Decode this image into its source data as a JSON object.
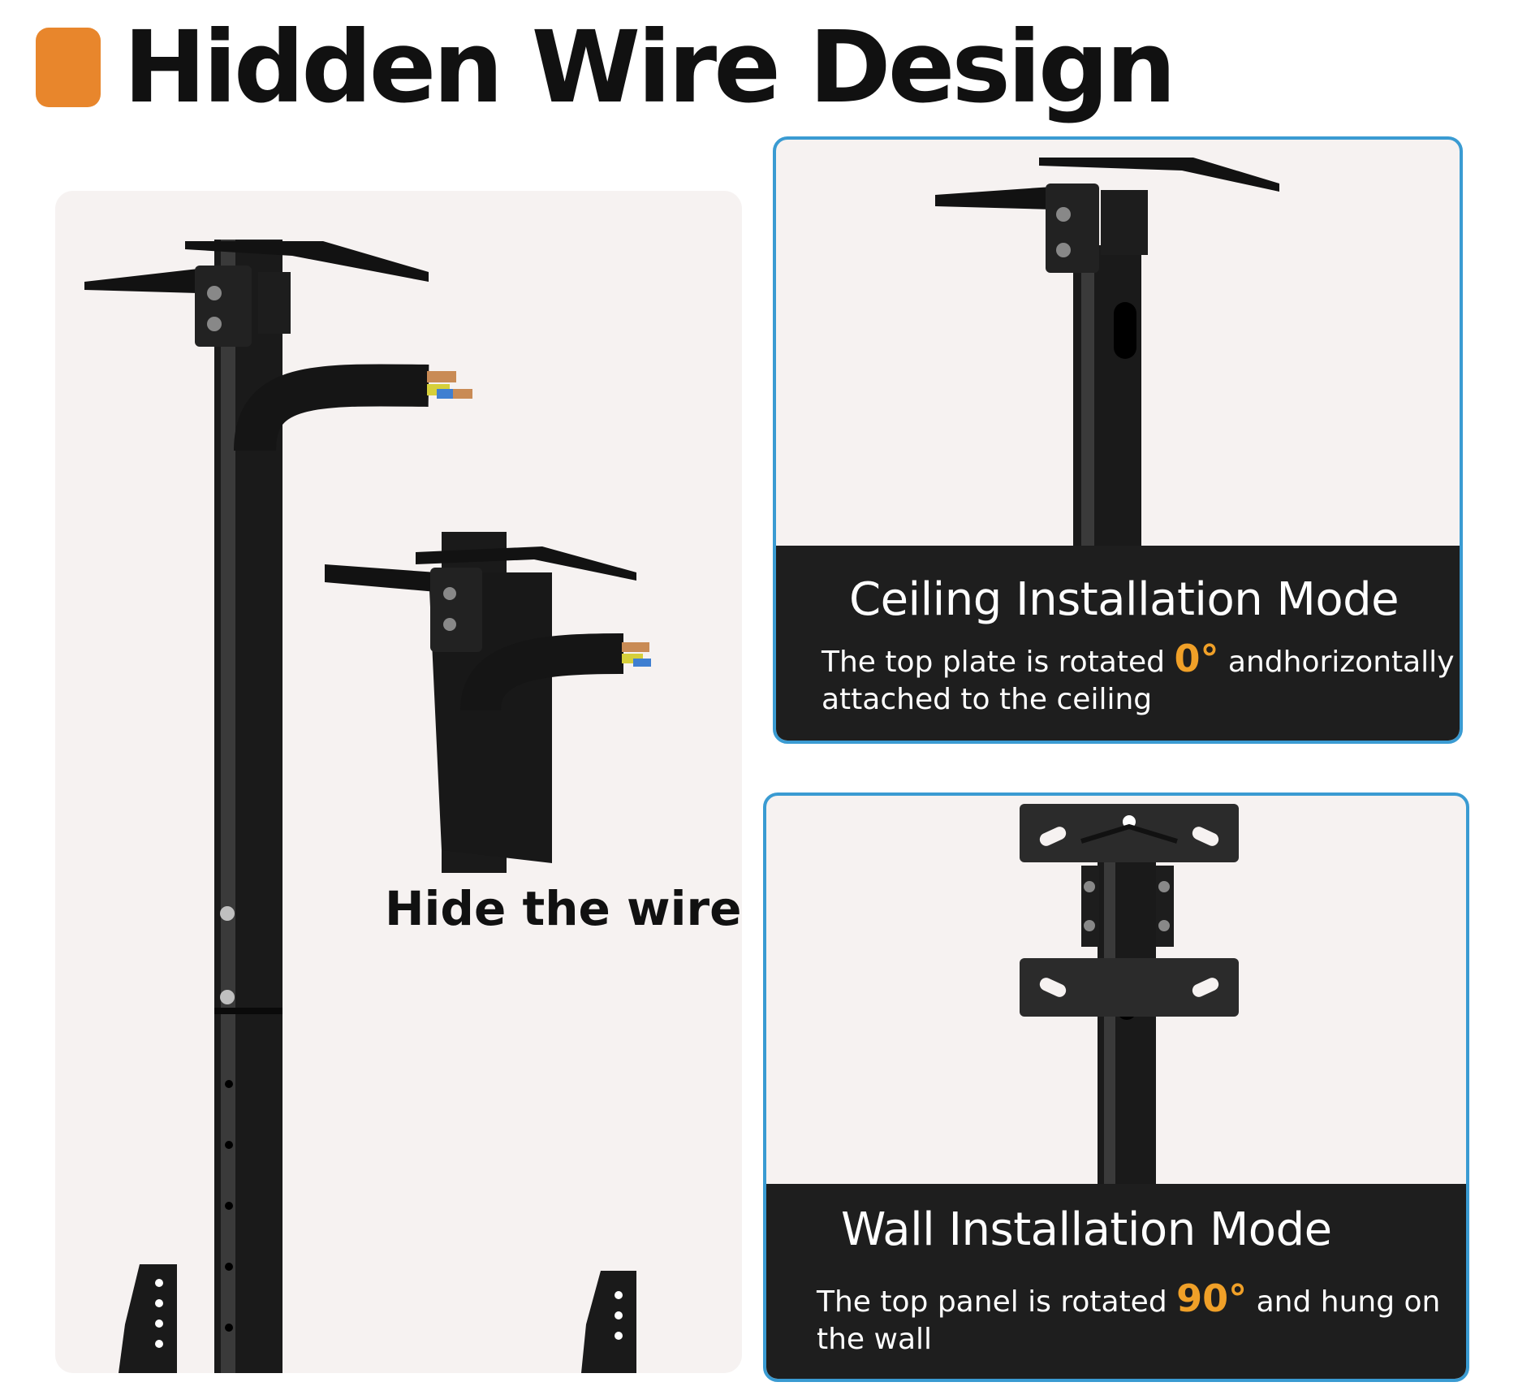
{
  "header": {
    "title": "Hidden Wire Design",
    "accent_color": "#e8862c"
  },
  "left_panel": {
    "caption": "Hide the wire"
  },
  "ceiling_card": {
    "title": "Ceiling Installation Mode",
    "desc_before": "The top plate is rotated ",
    "angle": "0°",
    "desc_after": " andhorizontally",
    "desc_line2": "attached to the ceiling"
  },
  "wall_card": {
    "title": "Wall Installation Mode",
    "desc_before": "The top panel is rotated ",
    "angle": "90°",
    "desc_after": " and hung on",
    "desc_line2": "the wall"
  },
  "colors": {
    "card_border": "#3a9bd2",
    "band_background": "#1e1e1e",
    "highlight": "#f0a028",
    "panel_background": "#f6f2f1"
  }
}
